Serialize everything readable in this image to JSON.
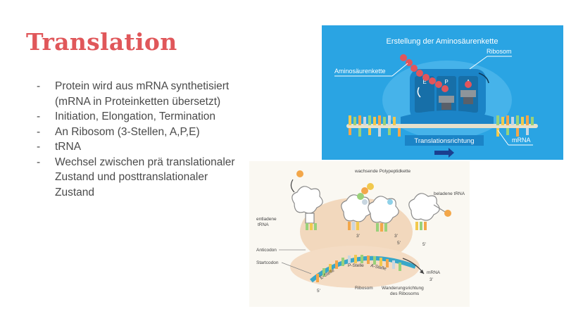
{
  "slide": {
    "title": "Translation",
    "bullets": [
      "Protein wird aus mRNA synthetisiert (mRNA in Proteinketten übersetzt)",
      "Initiation, Elongation, Termination",
      "An Ribosom (3-Stellen, A,P,E)",
      "tRNA",
      "Wechsel zwischen prä translationaler Zustand und posttranslationaler Zustand"
    ],
    "bullet_marker": "-"
  },
  "figure_top": {
    "title": "Erstellung der Aminosäurenkette",
    "labels": {
      "ribosom": "Ribosom",
      "amino_chain": "Aminosäurenkette",
      "site_e": "E",
      "site_p": "P",
      "site_a": "A",
      "direction": "Translationsrichtung",
      "mrna": "mRNA"
    },
    "colors": {
      "background": "#2aa4e3",
      "ribosome": "#1b84c7",
      "amino_acid": "#e2555b"
    }
  },
  "figure_bottom": {
    "labels": {
      "growing_chain": "wachsende Polypeptidkette",
      "loaded_trna": "beladene tRNA",
      "unloaded_trna_1": "entladene",
      "unloaded_trna_2": "tRNA",
      "anticodon": "Anticodon",
      "startcodon": "Startcodon",
      "e_site": "E-Stelle",
      "p_site": "P-Stelle",
      "a_site": "A-Stelle",
      "mrna": "mRNA",
      "ribosom": "Ribosom",
      "movement_1": "Wanderungsrichtung",
      "movement_2": "des Ribosoms",
      "five_prime": "5'",
      "three_prime": "3'"
    }
  }
}
